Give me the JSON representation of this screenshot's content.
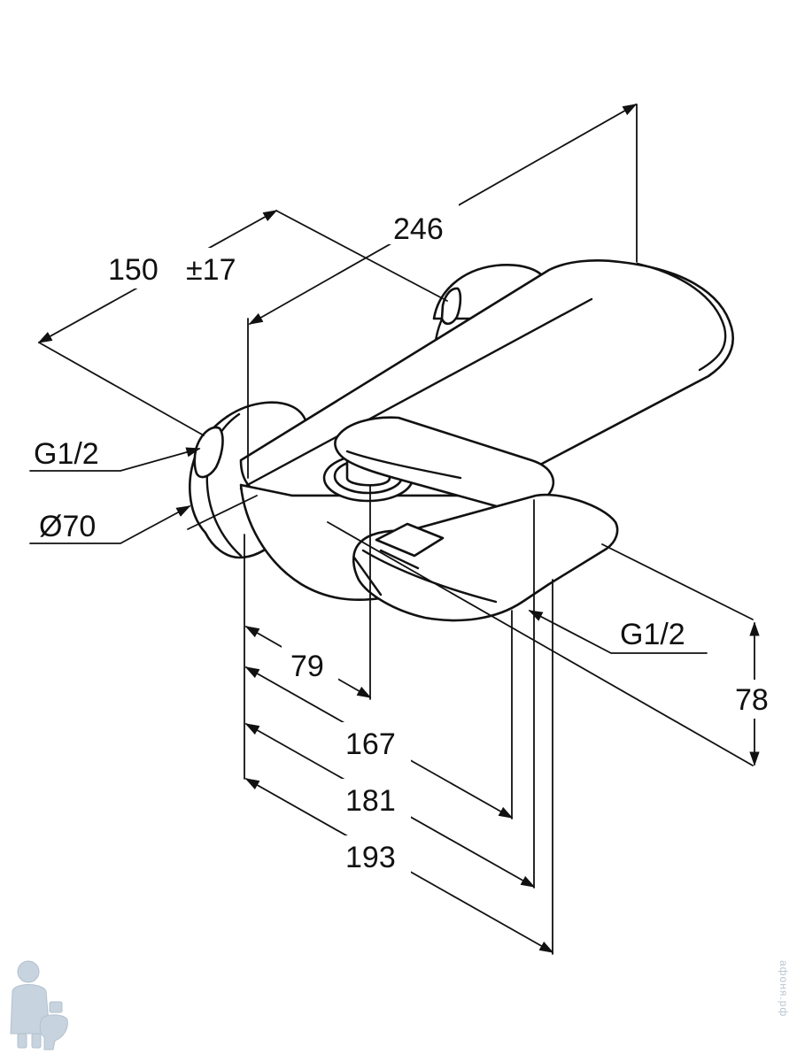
{
  "labels": {
    "width_246": "246",
    "spacing_150": "150",
    "tolerance_17": "±17",
    "thread_left": "G1/2",
    "diameter_70": "Ø70",
    "thread_outlet": "G1/2",
    "height_78": "78",
    "depth_79": "79",
    "depth_167": "167",
    "depth_181": "181",
    "depth_193": "193"
  },
  "watermark": {
    "text": "афоня.рф",
    "icon": "plumber-mascot-icon",
    "color": "#b9c6d2"
  },
  "colors": {
    "line": "#111111",
    "background": "#ffffff"
  }
}
